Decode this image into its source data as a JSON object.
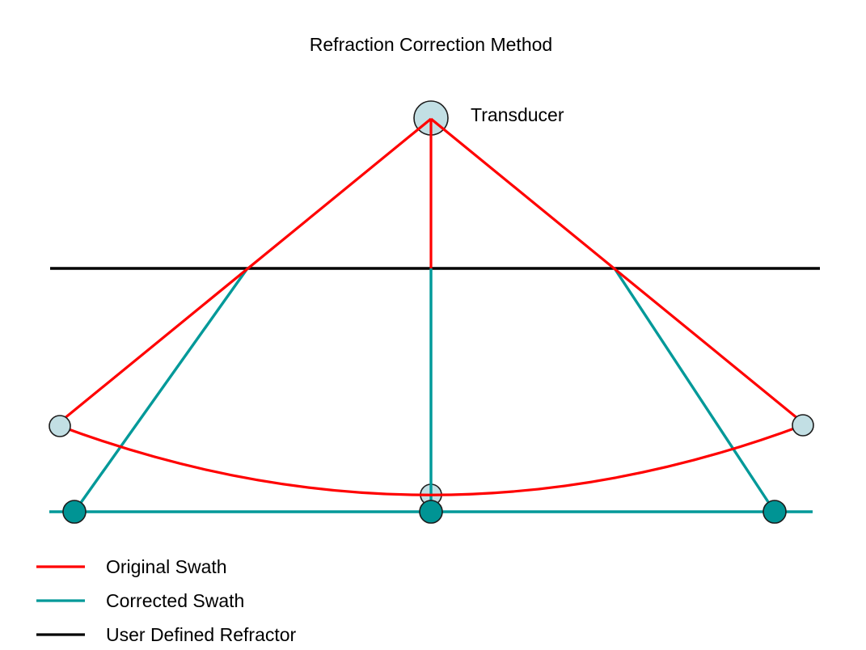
{
  "title": "Refraction Correction Method",
  "annotations": {
    "transducer_label": "Transducer"
  },
  "legend": {
    "items": [
      {
        "label": "Original Swath",
        "color": "#ff0000"
      },
      {
        "label": "Corrected Swath",
        "color": "#009999"
      },
      {
        "label": "User Defined Refractor",
        "color": "#000000"
      }
    ]
  },
  "colors": {
    "background": "#ffffff",
    "original_swath": "#ff0000",
    "corrected_swath": "#009999",
    "refractor": "#000000",
    "node_light": "#c2dfe4",
    "node_dark": "#009494",
    "node_outline": "#1c1c1c",
    "text": "#000000"
  }
}
